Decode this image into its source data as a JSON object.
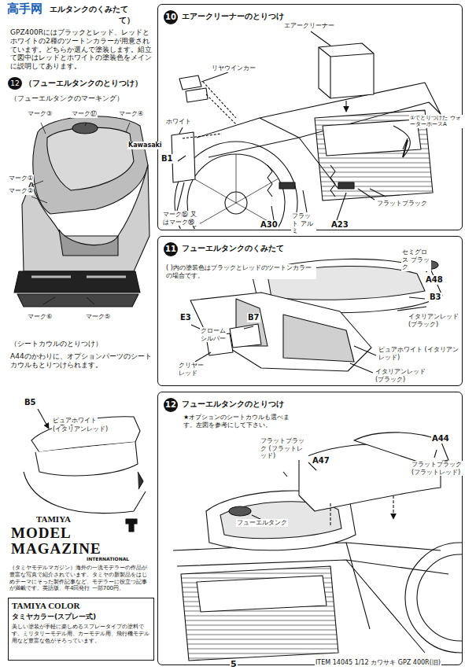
{
  "diagram": {
    "nodes": [
      {
        "text": [
          "10",
          "エアークリーナーのとりつけ"
        ]
      },
      {
        "text": [
          "11",
          "フューエルタンクのくみたて"
        ]
      },
      {
        "text": [
          "12",
          "フューエルタンクのとりつけ"
        ]
      },
      {
        "text": [
          "TAMIYA",
          "MODEL",
          "MAGAZINE",
          "INTERNATIONAL",
          "（タミヤモデルマガジン）海外の一流モデラーの作品が豊富な写真で紹介されています。タミヤの新製品をはじめテーマにそった製作記事など、モデラーに役立つ記事が満載です。英語版、年4回発行 一部700円。"
        ]
      },
      {
        "text": [
          "TAMIYA COLOR",
          "タミヤカラー(スプレー式)",
          "美しい塗装が手軽に楽しめるスプレータイプの塗料です。ミリタリーモデル用、カーモデル用、飛行機モデル用など豊富な色がそろっています。"
        ]
      }
    ],
    "labels": [
      "高手网",
      "エルタンクのくみたて",
      "て）",
      "GPZ400Rにはブラックとレッド、レッドとホワイトの2種のツートンカラーが用意されています。どちらか選んで塗装します。組立て図中はレッドとホワイトの塗装色をメインに説明してあります。",
      "12",
      "（フューエルタンクのとりつけ）",
      "（フューエルタンクのマーキング）",
      "マーク③",
      "マーク⑰",
      "マーク④",
      "マーク①",
      "マーク②",
      "マーク⑥",
      "マーク⑤",
      "Kawasaki",
      "（シートカウルのとりつけ）",
      "A44のかわりに、オプションパーツのシートカウルもとりつけられます。",
      "B5",
      "ピュアホワイト",
      "(イタリアンレッド)",
      "エアークリーナー",
      "リヤウインカー",
      "ホワイト",
      "B1",
      "マーク⑮ 又はマーク⑯",
      "フラット アルミ",
      "A30",
      "A23",
      "フラットブラック",
      "①でとりつけた ウォーターホースA",
      "( )内の塗装色はブラックとレッドのツートンカラーの場合です。",
      "セミグロス ブラック",
      "A48",
      "B3",
      "E3",
      "B7",
      "クローム シルバー",
      "クリヤー レッド",
      "イタリアンレッド (ブラック)",
      "ピュアホワイト (イタリアンレッド)",
      "イタリアンレッド (ブラック)",
      "★オプションのシートカウルも選べます。左図を参考にして下さい。",
      "フラットブラック (フラットレッド)",
      "A47",
      "A44",
      "フラットブラック (フラットレッド)",
      "フューエルタンク",
      "5",
      "ITEM 14045 1/12 カワサキ GPZ 400R(旧)"
    ]
  }
}
